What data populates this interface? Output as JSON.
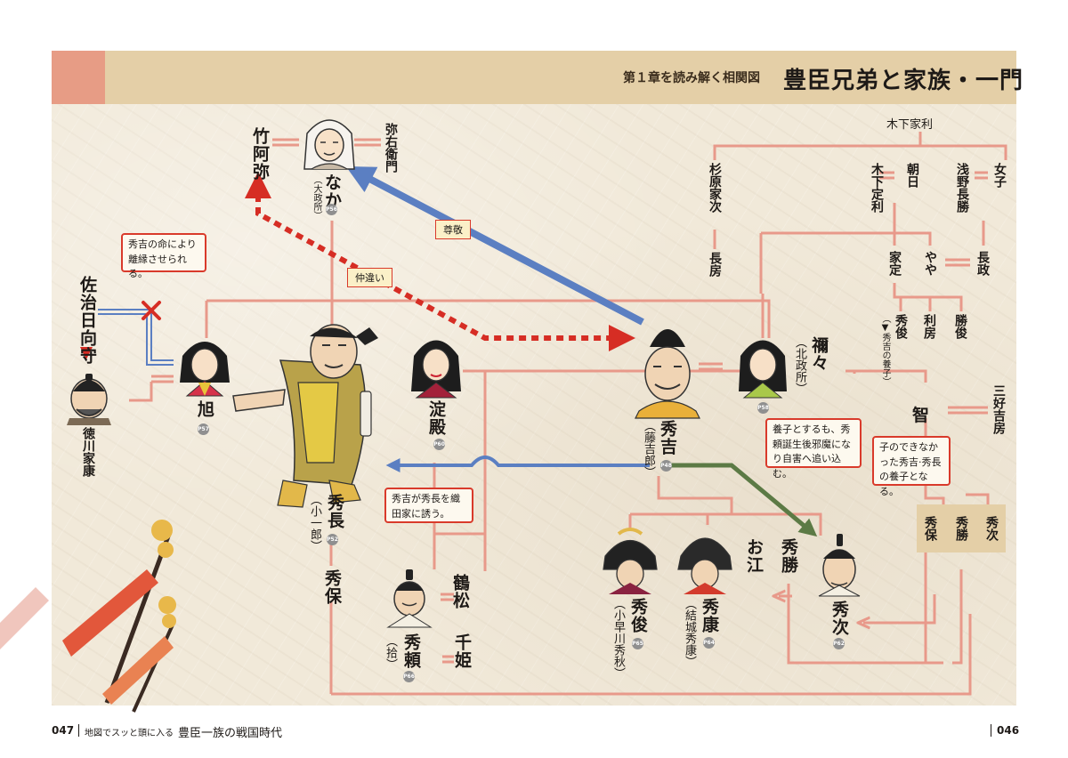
{
  "header": {
    "chapter_label": "第１章を読み解く相関図",
    "title": "豊臣兄弟と家族・一門"
  },
  "people": {
    "takeami": "竹阿弥",
    "naka": "なか",
    "naka_alias": "（大政所）",
    "naka_page": "P56",
    "yaemon": "弥右衛門",
    "sasa": "佐治日向守",
    "tokugawa": "徳川家康",
    "asahi": "旭",
    "asahi_page": "P57",
    "hidenaga": "秀長",
    "hidenaga_alias": "（小一郎）",
    "hidenaga_page": "P52",
    "hideyasu_son": "秀保",
    "yodo": "淀殿",
    "yodo_page": "P60",
    "tsurumatsu": "鶴松",
    "hideyori": "秀頼",
    "hideyori_alias": "（拾）",
    "hideyori_page": "P66",
    "senhime": "千姫",
    "hideyoshi": "秀吉",
    "hideyoshi_alias": "（藤吉郎）",
    "hideyoshi_page": "P48",
    "nene": "禰々",
    "nene_alias": "（北政所）",
    "nene_page": "P58",
    "hidetoshi": "秀俊",
    "hidetoshi_alias": "（小早川秀秋）",
    "hidetoshi_page": "P65",
    "hideyasu": "秀康",
    "hideyasu_alias": "（結城秀康）",
    "hideyasu_page": "P64",
    "go": "お江",
    "hidekatsu": "秀勝",
    "hidetsugu": "秀次",
    "hidetsugu_page": "P62",
    "tomo": "智",
    "miyoshi": "三好吉房",
    "kinoshita_ieri": "木下家利",
    "sugihara": "杉原家次",
    "nagafusa": "長房",
    "asahi_mother": "朝日",
    "kinoshita_sadatoshi": "木下定利",
    "asano": "浅野長勝",
    "onago": "女子",
    "iesada": "家定",
    "yaya": "やや",
    "nagamasa": "長政",
    "hidetoshi_small": "秀俊",
    "hidetoshi_small_note": "（▼秀吉の養子）",
    "toshifusa": "利房",
    "katsutoshi": "勝俊",
    "adopt_hideyasu": "秀保",
    "adopt_hidekatsu": "秀勝",
    "adopt_hidetsugu": "秀次"
  },
  "labels": {
    "respect": "尊敬",
    "discord": "仲違い"
  },
  "notes": {
    "divorce": "秀吉の命により離縁させられる。",
    "invite": "秀吉が秀長を織田家に誘う。",
    "adopted_hidetsugu": "養子とするも、秀頼誕生後邪魔になり自害へ追い込む。",
    "childless": "子のできなかった秀吉·秀長の養子となる。"
  },
  "footer": {
    "left_page": "047",
    "book_name": "地図でスッと頭に入る",
    "series_title": "豊臣一族の戦国時代",
    "right_page": "046"
  },
  "colors": {
    "family_line": "#e8998a",
    "marriage_line": "#e8998a",
    "respect_arrow": "#5b7fc2",
    "discord_arrow": "#d62d24",
    "adoption_arrow": "#5c7a45",
    "invite_arrow": "#5b7fc2",
    "header_band": "#e4cfa7",
    "header_accent": "#e79c85"
  },
  "icons": [
    "portrait-naka",
    "portrait-tokugawa",
    "portrait-asahi",
    "portrait-hidenaga",
    "portrait-yodo",
    "portrait-hideyori",
    "portrait-hideyoshi",
    "portrait-nene",
    "portrait-hidetoshi",
    "portrait-hideyasu",
    "portrait-hidetsugu",
    "gourd-banner-icon"
  ]
}
